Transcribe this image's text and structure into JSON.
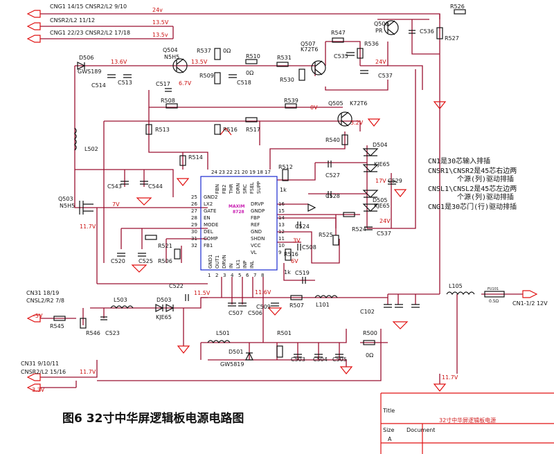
{
  "connectors": {
    "cng1_24v": "CNG1 14/15  CNSR2/L2 9/10",
    "cnsr2_11_12": "CNSR2/L2 11/12",
    "cng1_22_23": "CNG1 22/23  CNSR2/L2 17/18",
    "cn31_18_19": "CN31  18/19",
    "cnsl2_7_8": "CNSL2/R2  7/8",
    "cn31_9_11": "CN31    9/10/11",
    "cnsr2_15_16": "CNSR2/L2  15/16",
    "cn1_12v": "CN1-1/2 12V"
  },
  "voltages": {
    "v24_top": "24v",
    "v135_a": "13.5V",
    "v135_b": "13.5v",
    "v136": "13.6V",
    "v67": "6.7V",
    "v135_c": "13.5V",
    "v24_r": "24V",
    "v0": "0V",
    "v32": "3.2V",
    "v17": "17V",
    "v24_b": "24V",
    "v7": "7V",
    "v117_l": "11.7V",
    "v11": "11.5V",
    "v116": "11.6V",
    "v6": "6V",
    "v3": "3V",
    "v45": "-5V",
    "v117_b": "11.7V",
    "v117_r": "11.7V",
    "v33": "3.3V"
  },
  "components": {
    "r526": "R526",
    "r527": "R527",
    "c536": "C536",
    "q506": "Q506",
    "pr": "PR",
    "r547": "R547",
    "q507": "Q507",
    "k72t6_a": "K72T6",
    "r536": "R536",
    "c535": "C535",
    "c537_a": "C537",
    "r537": "R537",
    "r0_a": "0Ω",
    "r510": "R510",
    "r0_b": "0Ω",
    "r531": "R531",
    "r530": "R530",
    "r509": "R509",
    "c518": "C518",
    "d506": "D506",
    "gws189": "GWS189",
    "c514": "C514",
    "c513": "C513",
    "q504": "Q504",
    "n5h5_a": "N5H5",
    "c517": "C517",
    "r508": "R508",
    "r539": "R539",
    "q505": "Q505",
    "k72t6_b": "K72T6",
    "r513": "R513",
    "r516": "R516",
    "r517": "R517",
    "r540": "R540",
    "r514": "R514",
    "l502": "L502",
    "c543": "C543",
    "c544": "C544",
    "q503": "Q503",
    "n5h5_b": "N5H5",
    "r512": "R512",
    "c527": "C527",
    "d504": "D504",
    "kje65_a": "KJE65",
    "c529": "C529",
    "c528": "C528",
    "d505": "D505",
    "kje65_b": "KJE65",
    "c524": "C524",
    "r524": "R524",
    "c537_b": "C537",
    "r525": "R525",
    "c520": "C520",
    "c525": "C525",
    "r521": "R521",
    "r506": "R506",
    "c508": "C508",
    "r516b": "R516",
    "c519": "C519",
    "c522": "C522",
    "l503": "L503",
    "d503": "D503",
    "kje65_c": "KJE65",
    "r545": "R545",
    "r546": "R546",
    "c523": "C523",
    "c509": "C509",
    "c507": "C507",
    "c506": "C506",
    "r507": "R507",
    "l101": "L101",
    "l105": "L105",
    "c102": "C102",
    "f101": "FU101",
    "f101v": "0.5Ω",
    "l501": "L501",
    "r501": "R501",
    "r500": "R500",
    "r0_c": "0Ω",
    "d501": "D501",
    "gw5819": "GW5819",
    "c503": "C503",
    "c504": "C504",
    "c505": "C505",
    "r1k_a": "1k",
    "r1k_b": "1k"
  },
  "ic": {
    "brand": "MAXIM",
    "part": "8728",
    "left_pins": [
      "GND2",
      "LX2",
      "GATE",
      "EN",
      "MODE",
      "DEL",
      "COMP",
      "FB1"
    ],
    "left_nums": [
      "25",
      "26",
      "27",
      "28",
      "29",
      "30",
      "31",
      "32"
    ],
    "right_pins": [
      "DRVP",
      "GNDP",
      "FBP",
      "REF",
      "GND",
      "SHDN",
      "VCC",
      "VL"
    ],
    "right_nums": [
      "16",
      "15",
      "14",
      "13",
      "12",
      "11",
      "10",
      "9"
    ],
    "top_pins": [
      "FBN",
      "FB2",
      "THR",
      "DRN",
      "SRC",
      "FSEL",
      "SUPP"
    ],
    "top_nums": [
      "24",
      "23",
      "22",
      "21",
      "20",
      "19",
      "18",
      "17"
    ],
    "bottom_pins": [
      "GND1",
      "OUT1",
      "DRVN",
      "IN",
      "LX1",
      "INP",
      "INL"
    ],
    "bottom_nums": [
      "1",
      "2",
      "3",
      "4",
      "5",
      "6",
      "7",
      "8"
    ]
  },
  "notes": [
    "CN1是30芯输入排插",
    "CNSR1\\CNSR2是45芯右边两",
    "个源(列)驱动排插",
    "CNSL1\\CNSL2是45芯左边两",
    "个源(列)驱动排插",
    "CNG1是30芯门(行)驱动排插"
  ],
  "caption": "图6    32寸中华屏逻辑板电源电路图",
  "titleblock": {
    "title": "Title",
    "title_value": "32寸中华屏逻辑板电源",
    "size": "Size",
    "size_value": "A",
    "document": "Document"
  }
}
